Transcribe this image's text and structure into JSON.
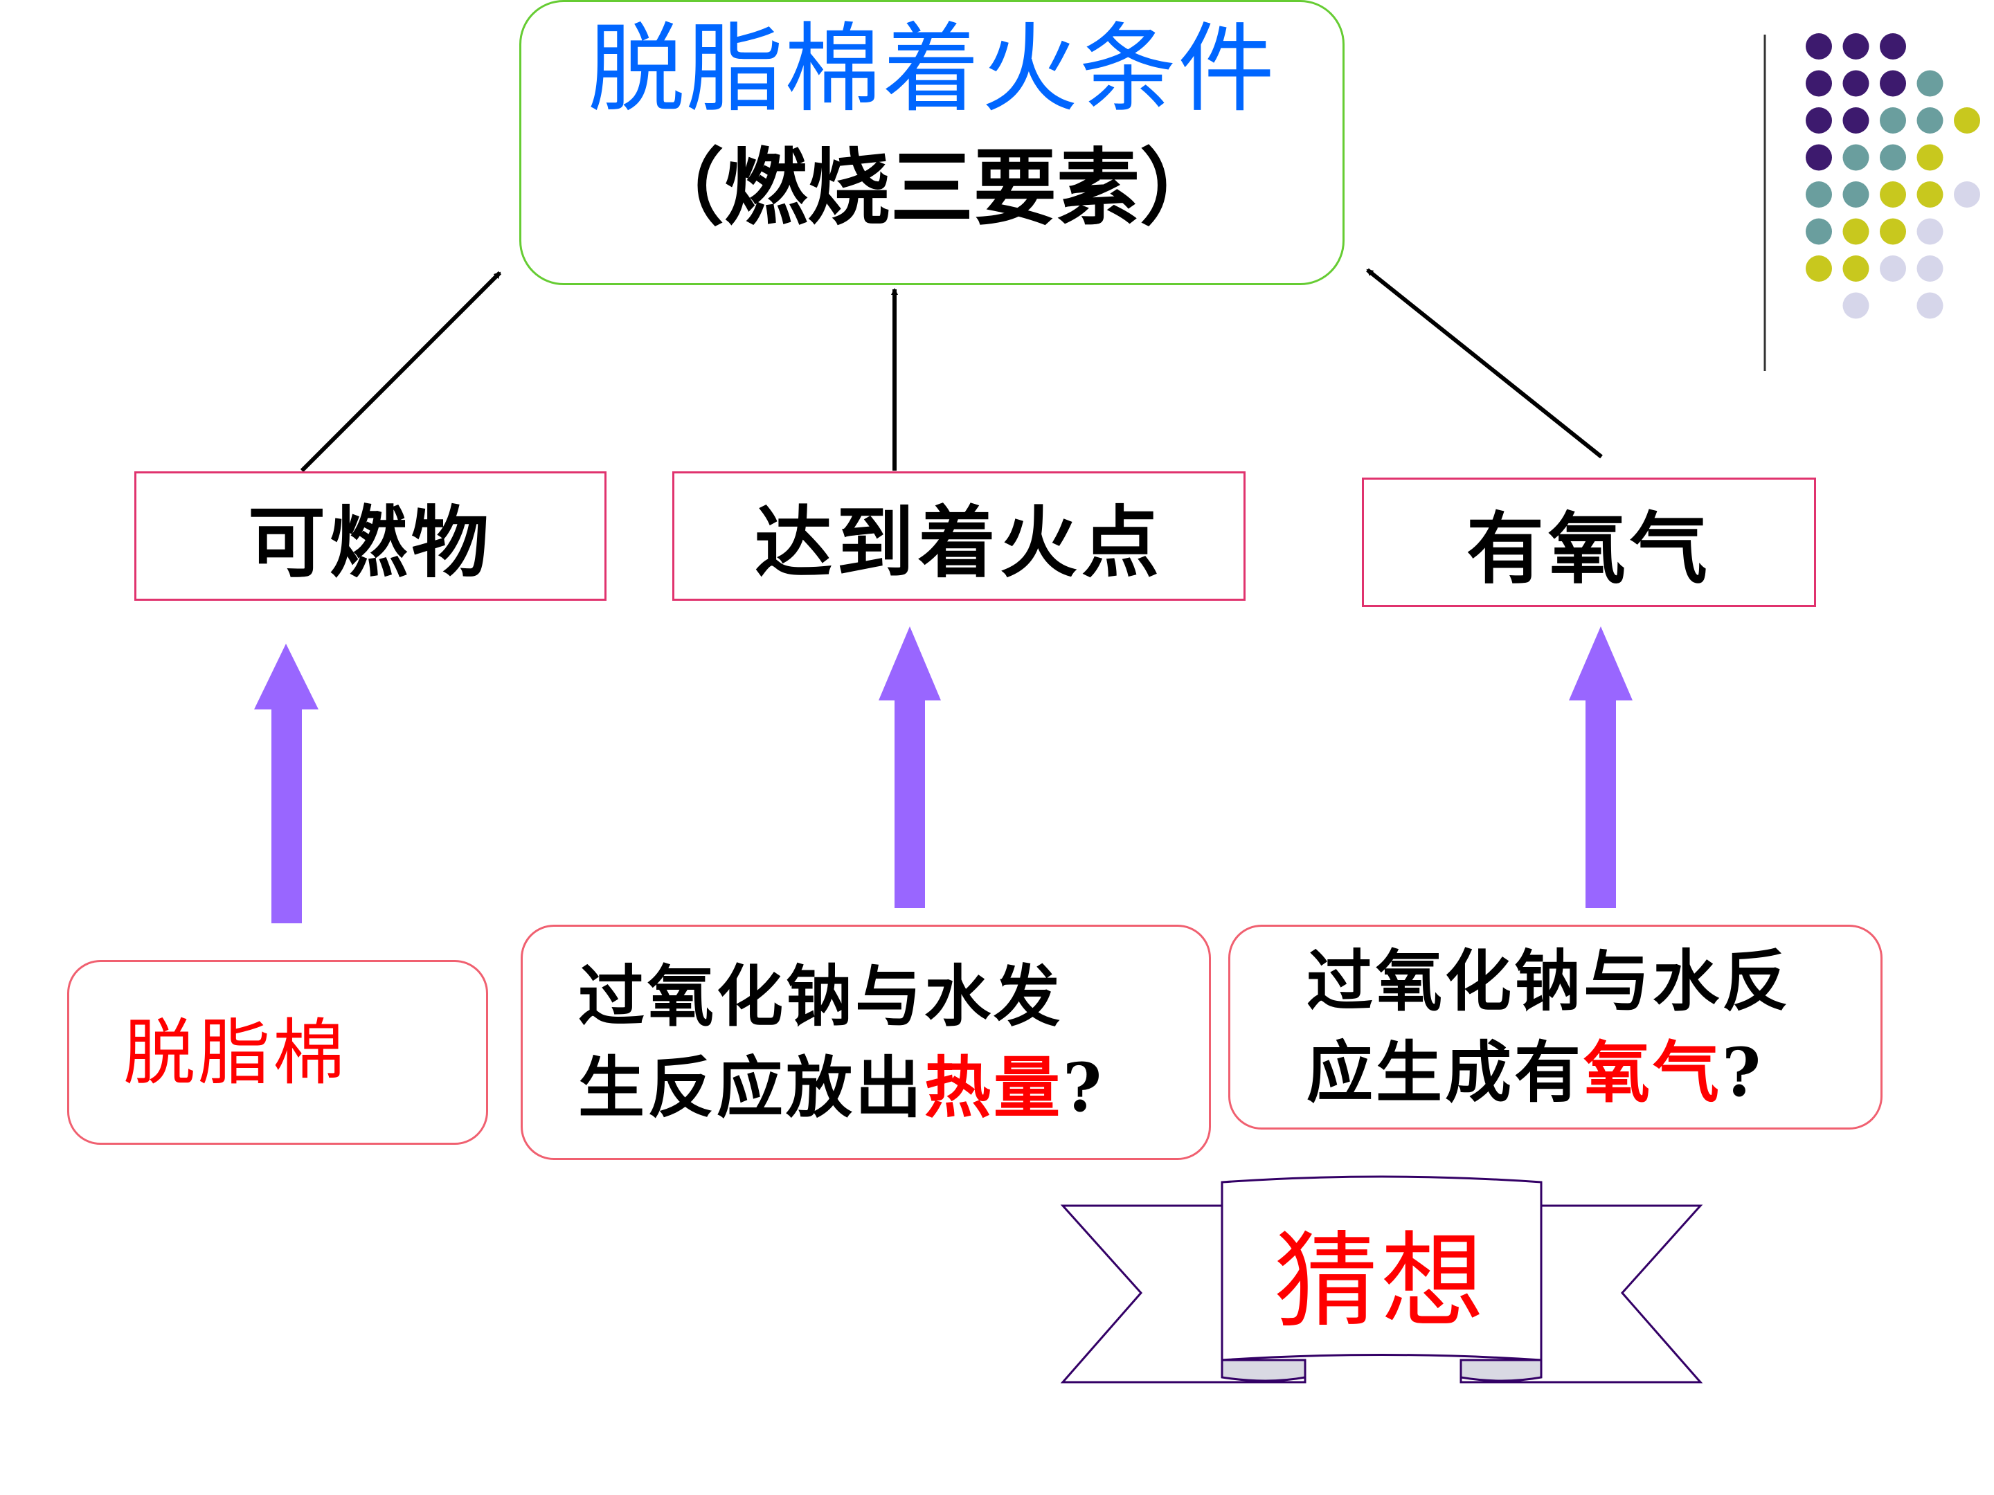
{
  "top": {
    "title": "脱脂棉着火条件",
    "subtitle": "（燃烧三要素）"
  },
  "middle": [
    {
      "label": "可燃物"
    },
    {
      "label": "达到着火点"
    },
    {
      "label": "有氧气"
    }
  ],
  "bottom": [
    {
      "lines": [
        {
          "parts": [
            {
              "text": "脱脂棉",
              "red": true
            }
          ]
        }
      ]
    },
    {
      "lines": [
        {
          "parts": [
            {
              "text": "过氧化钠与水发",
              "red": false
            }
          ]
        },
        {
          "parts": [
            {
              "text": "生反应放出",
              "red": false
            },
            {
              "text": "热量",
              "red": true
            },
            {
              "text": "?",
              "red": false
            }
          ]
        }
      ]
    },
    {
      "lines": [
        {
          "parts": [
            {
              "text": "过氧化钠与水反",
              "red": false
            }
          ]
        },
        {
          "parts": [
            {
              "text": "应生成有",
              "red": false
            },
            {
              "text": "氧气",
              "red": true
            },
            {
              "text": "?",
              "red": false
            }
          ]
        }
      ]
    }
  ],
  "banner": {
    "label": "猜想"
  },
  "colors": {
    "title_blue": "#0066ff",
    "highlight_red": "#ff0000",
    "arrow_purple": "#9966ff",
    "banner_outline": "#330066",
    "dot_purple": "#3d1a6e",
    "dot_teal": "#6a9e9e",
    "dot_yellow": "#c8c81e",
    "dot_lavender": "#d6d6ea"
  }
}
